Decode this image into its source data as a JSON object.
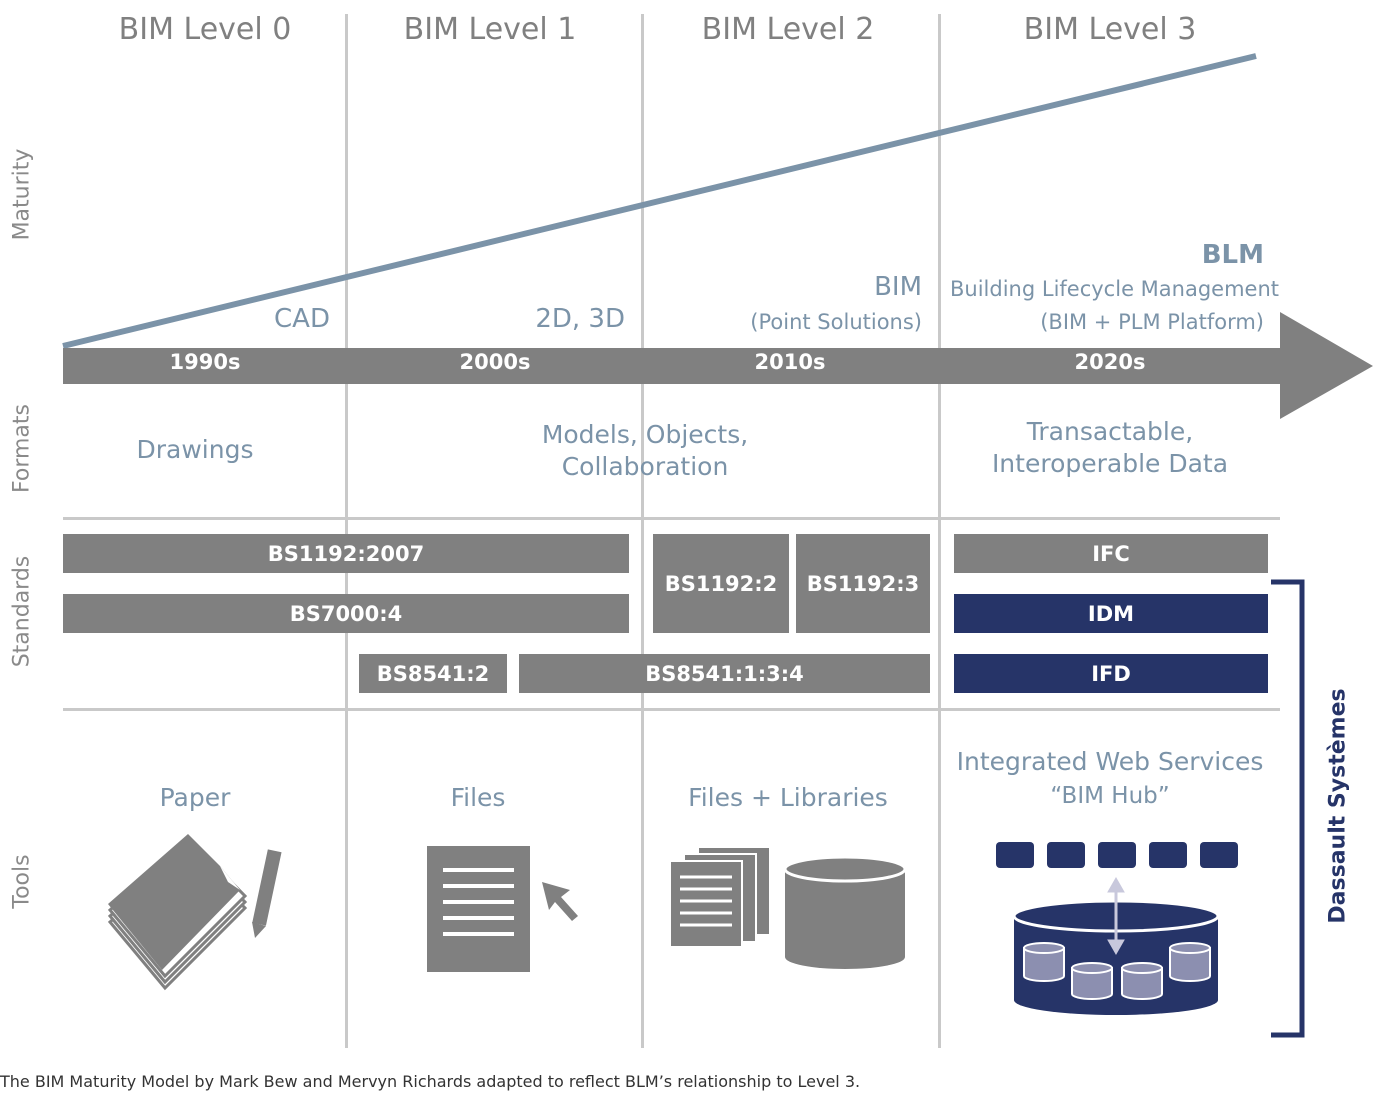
{
  "levels": [
    "BIM Level 0",
    "BIM Level 1",
    "BIM Level 2",
    "BIM Level 3"
  ],
  "row_labels": {
    "maturity": "Maturity",
    "formats": "Formats",
    "standards": "Standards",
    "tools": "Tools"
  },
  "maturity": {
    "cad": "CAD",
    "d2d3": "2D, 3D",
    "bim": "BIM",
    "bim_sub": "(Point Solutions)",
    "blm": "BLM",
    "blm_sub1": "Building Lifecycle Management",
    "blm_sub2": "(BIM + PLM Platform)"
  },
  "decades": [
    "1990s",
    "2000s",
    "2010s",
    "2020s"
  ],
  "formats": {
    "drawings": "Drawings",
    "models_line1": "Models, Objects,",
    "models_line2": "Collaboration",
    "trans_line1": "Transactable,",
    "trans_line2": "Interoperable Data"
  },
  "standards": {
    "bs1192_2007": "BS1192:2007",
    "bs7000_4": "BS7000:4",
    "bs8541_2": "BS8541:2",
    "bs8541_134": "BS8541:1:3:4",
    "bs1192_2": "BS1192:2",
    "bs1192_3": "BS1192:3",
    "ifc": "IFC",
    "idm": "IDM",
    "ifd": "IFD"
  },
  "tools": {
    "paper": "Paper",
    "files": "Files",
    "files_libraries": "Files + Libraries",
    "iws": "Integrated Web Services",
    "bim_hub": "“BIM Hub”"
  },
  "dassault": "Dassault Systèmes",
  "caption": "The BIM Maturity Model by Mark Bew and Mervyn Richards adapted to reflect BLM’s relationship to Level 3.",
  "colors": {
    "gray": "#808080",
    "blue_gray": "#7b93a8",
    "navy": "#263468",
    "grid": "#c9c9c9"
  }
}
